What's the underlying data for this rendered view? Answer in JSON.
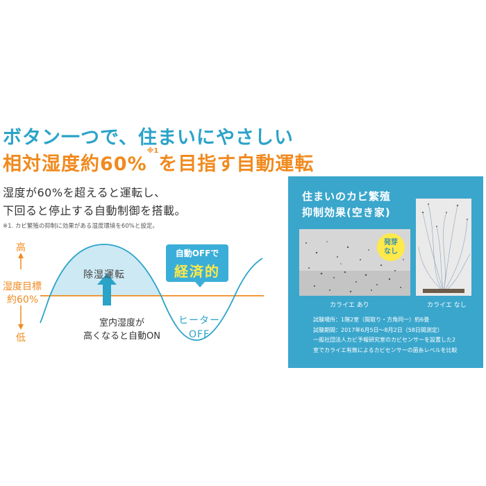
{
  "headline": {
    "line1": "ボタン一つで、住まいにやさしい",
    "line2_main": "相対湿度約60%",
    "line2_note": "※1",
    "line2_tail": "を目指す自動運転"
  },
  "lead": {
    "line1": "湿度が60%を超えると運転し、",
    "line2": "下回ると停止する自動制御を搭載。"
  },
  "footnote": "※1. カビ繁殖の抑制に効果がある湿度環境を60%と設定。",
  "chart": {
    "y_high": "高",
    "y_target_line1": "湿度目標",
    "y_target_line2": "約60%",
    "y_low": "低",
    "peak_label": "除湿運転",
    "rise_line1": "室内湿度が",
    "rise_line2": "高くなると自動ON",
    "callout_line1": "自動OFFで",
    "callout_line2": "経済的",
    "trough_line1": "ヒーター",
    "trough_line2": "OFF",
    "colors": {
      "curve": "#2aa3c9",
      "fill": "#cde9f4",
      "target": "#f08a1e",
      "arrow": "#2aa3c9"
    }
  },
  "panel": {
    "title_line1": "住まいのカビ繁殖",
    "title_line2": "抑制効果(空き家)",
    "badge_line1": "発芽",
    "badge_line2": "なし",
    "caption_with": "カライエ あり",
    "caption_without": "カライエ なし",
    "details": [
      "試験場所：1階2室（間取り・方角同一）約6畳",
      "試験期間：2017年6月5日〜8月2日（58日間測定）",
      "一般社団法人カビ予報研究室のカビセンサーを設置した2",
      "室でカライエ有無によるカビセンサーの菌糸レベルを比較"
    ],
    "colors": {
      "background": "#3aa6cc",
      "badge": "#fde94a"
    }
  }
}
